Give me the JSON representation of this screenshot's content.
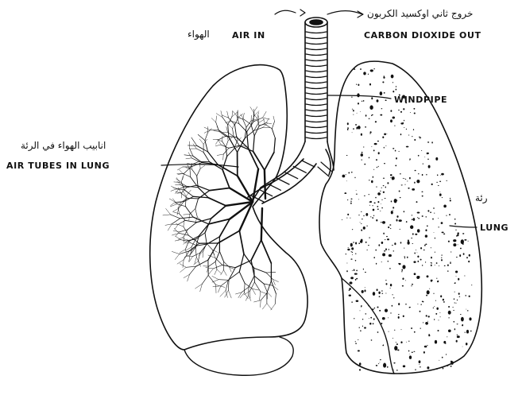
{
  "labels": {
    "air_in": "AIR IN",
    "air_in_ar": "الهواء",
    "carbon_dioxide_out": "CARBON DIOXIDE OUT",
    "carbon_dioxide_out_ar": "خروج ثاني اوكسيد الكربون",
    "windpipe": "WINDPIPE",
    "air_tubes": "AIR TUBES IN LUNG",
    "air_tubes_ar": "انابيب الهواء في الرئة",
    "lung": "LUNG",
    "lung_ar": "رئة"
  },
  "colors": {
    "ink": "#111111",
    "paper": "#ffffff"
  }
}
